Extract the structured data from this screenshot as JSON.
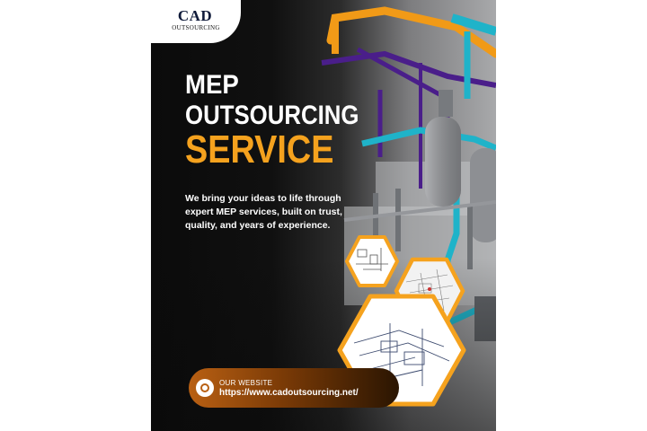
{
  "logo": {
    "name": "CAD",
    "tagline": "OUTSOURCING"
  },
  "headline": {
    "line1": "MEP",
    "line2": "OUTSOURCING",
    "line3": "SERVICE"
  },
  "description": "We bring your ideas to life through expert MEP services, built on trust, quality, and years of experience.",
  "website": {
    "label": "OUR WEBSITE",
    "url": "https://www.cadoutsourcing.net/"
  },
  "colors": {
    "accent": "#f5a21e",
    "dark_bg": "#0b0b0b",
    "pipe_orange": "#f19a17",
    "pipe_cyan": "#1fb3c9",
    "pipe_purple": "#4a1e8a"
  },
  "icons": [
    "globe-icon"
  ]
}
